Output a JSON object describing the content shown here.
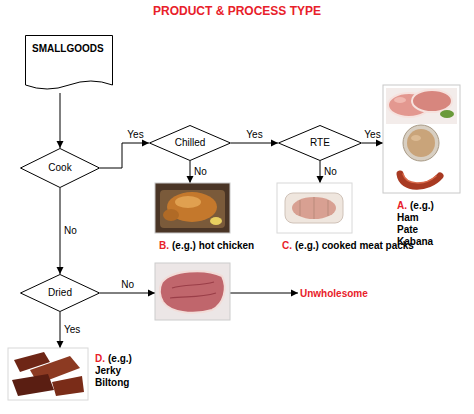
{
  "diagram": {
    "title": "PRODUCT & PROCESS TYPE",
    "nodes": [
      {
        "text": [
          "SMALLGOODS"
        ]
      },
      {
        "text": [
          "Cook"
        ]
      },
      {
        "text": [
          "Chilled"
        ]
      },
      {
        "text": [
          "RTE"
        ]
      },
      {
        "text": [
          "A.",
          "(e.g.) Ham Pate Kabana"
        ]
      },
      {
        "text": [
          "B.",
          "(e.g.) hot chicken"
        ]
      },
      {
        "text": [
          "C.",
          "(e.g.) cooked meat packs"
        ]
      },
      {
        "text": [
          "Dried"
        ]
      },
      {
        "text": [
          "Unwholesome"
        ]
      },
      {
        "text": [
          "D.",
          "(e.g.) Jerky Biltong"
        ]
      }
    ],
    "edges": [
      {
        "from": 0,
        "to": 1,
        "arrow": "to"
      },
      {
        "from": 1,
        "to": 2,
        "label": "Yes",
        "arrow": "to"
      },
      {
        "from": 2,
        "to": 3,
        "label": "Yes",
        "arrow": "to"
      },
      {
        "from": 3,
        "to": 4,
        "label": "Yes",
        "arrow": "to"
      },
      {
        "from": 2,
        "to": 5,
        "label": "No",
        "arrow": "to"
      },
      {
        "from": 3,
        "to": 6,
        "label": "No",
        "arrow": "to"
      },
      {
        "from": 1,
        "to": 7,
        "label": "No",
        "arrow": "to"
      },
      {
        "from": 7,
        "to": 8,
        "label": "No",
        "arrow": "to"
      },
      {
        "from": 7,
        "to": 9,
        "label": "Yes",
        "arrow": "to"
      }
    ]
  }
}
